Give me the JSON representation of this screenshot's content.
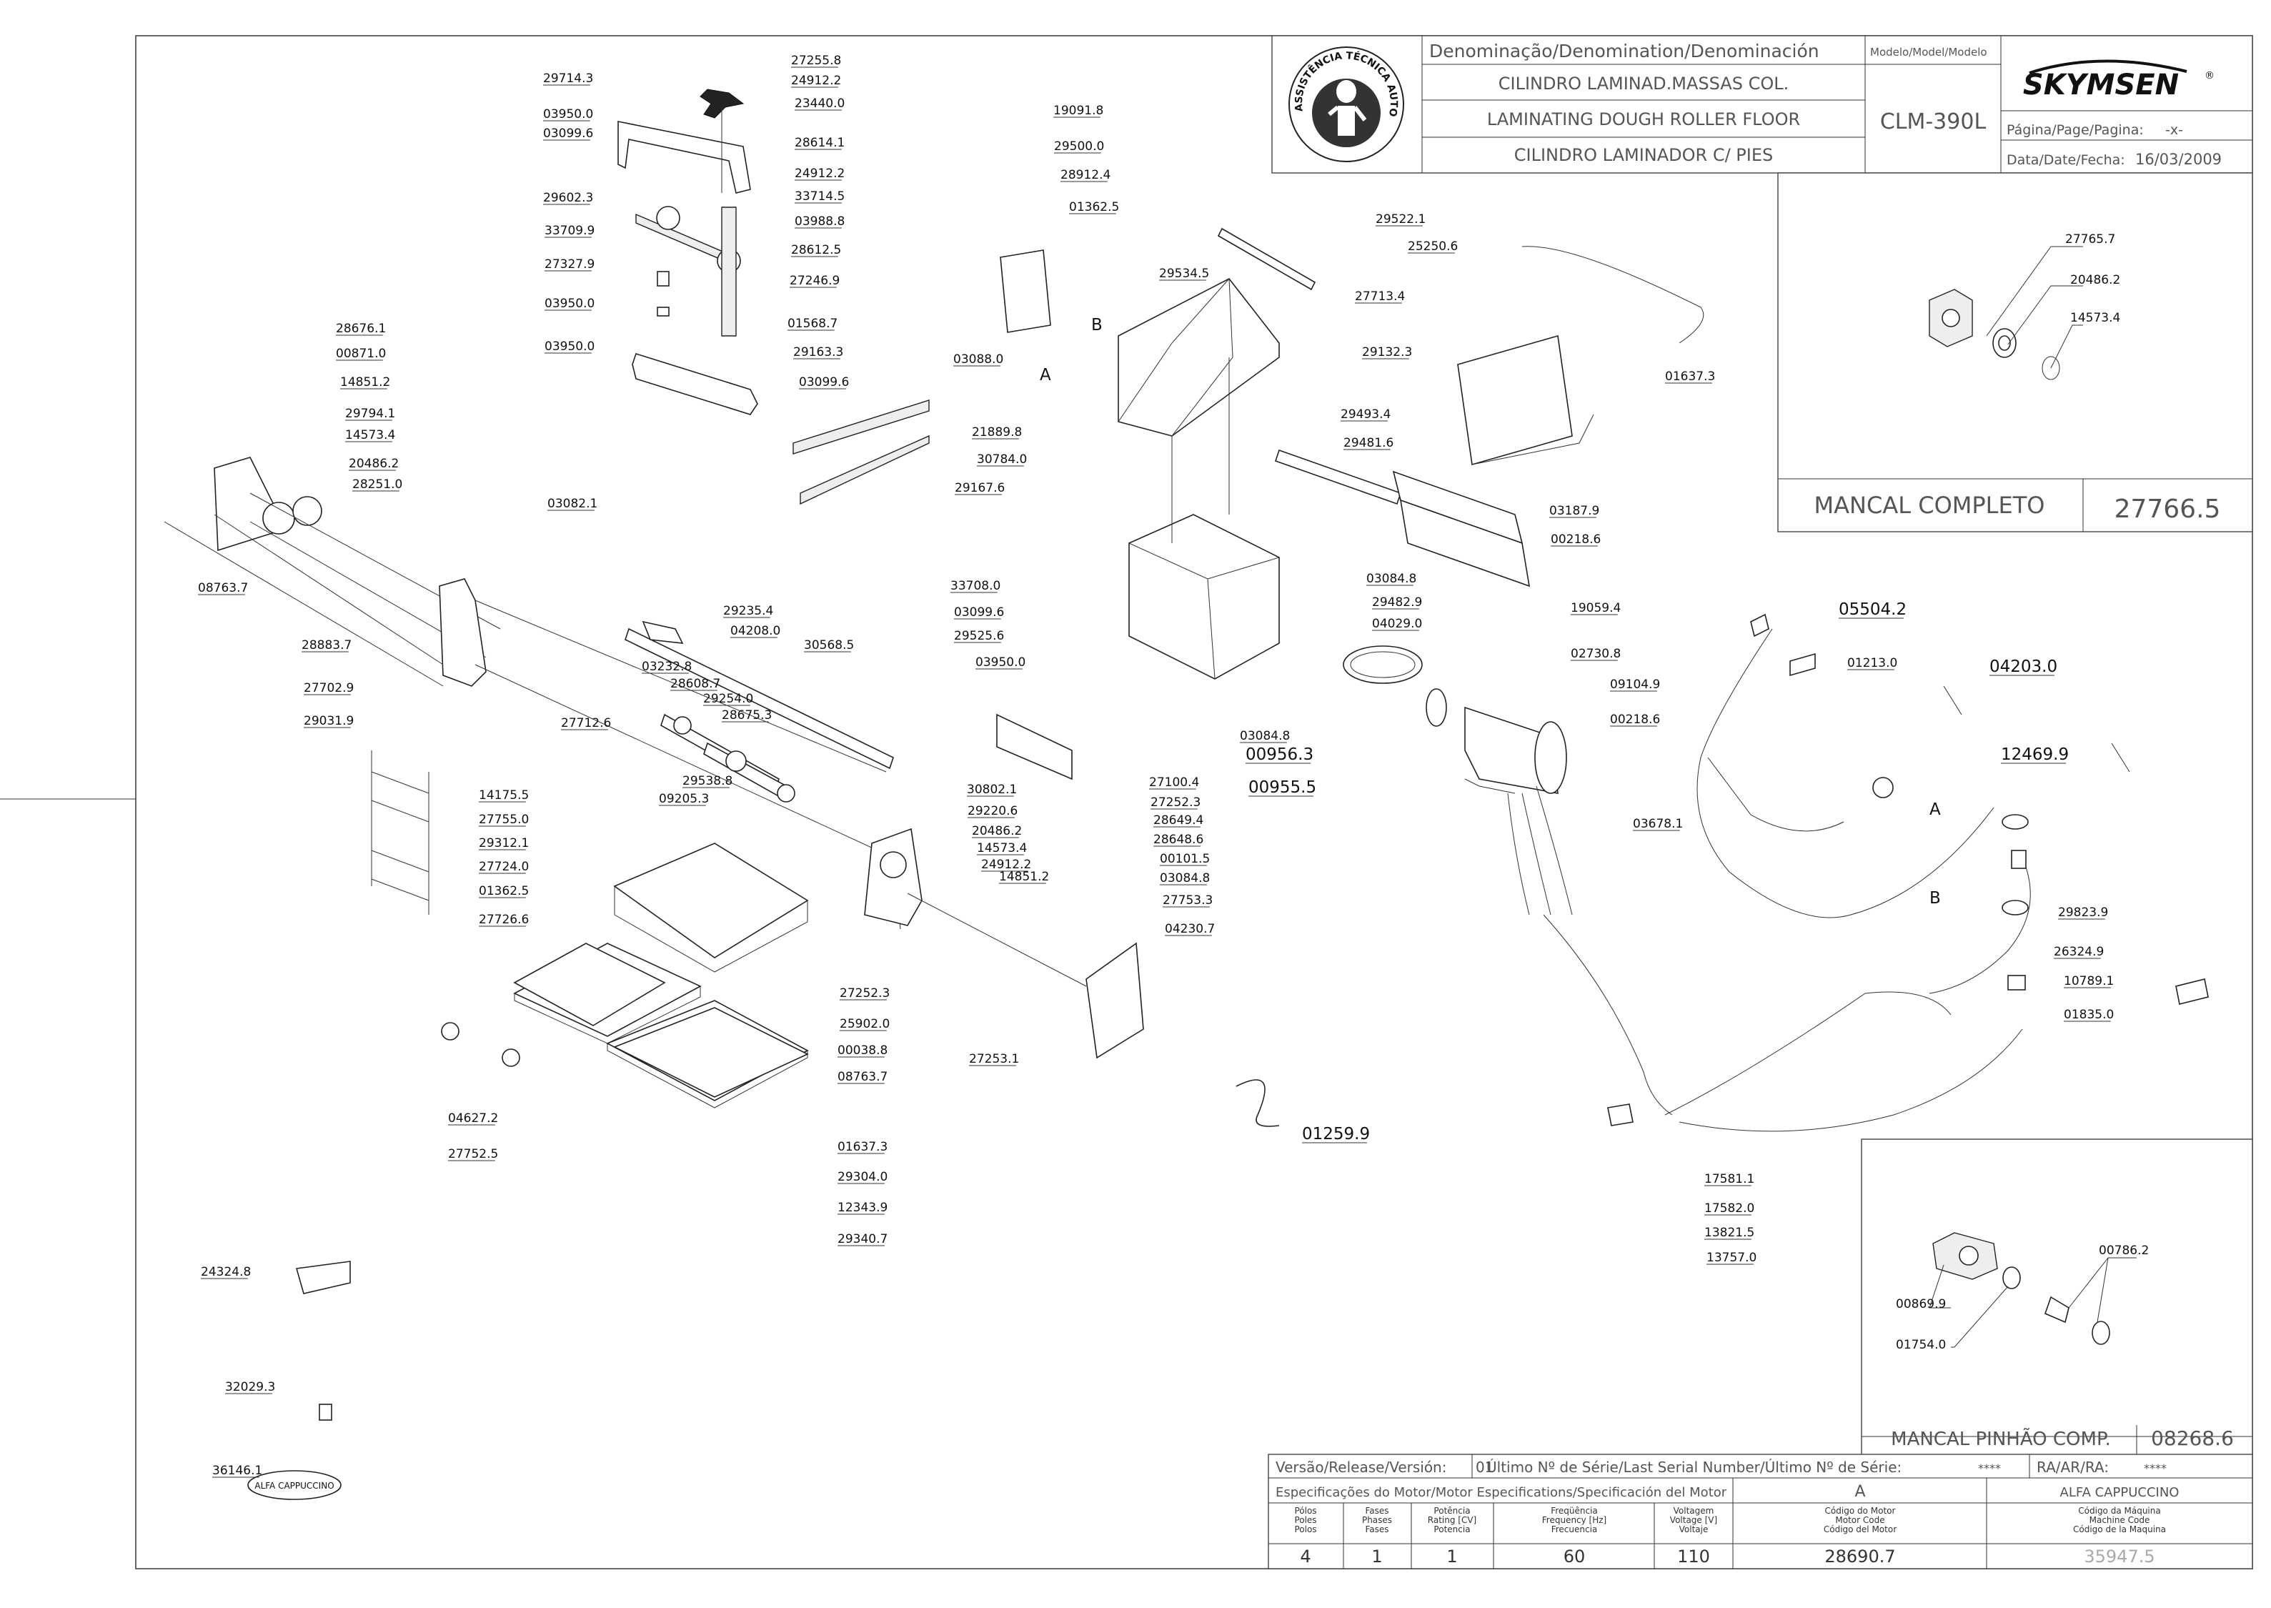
{
  "title_block": {
    "denomination_header": "Denominação/Denomination/Denominación",
    "model_header": "Modelo/Model/Modelo",
    "names": [
      "CILINDRO LAMINAD.MASSAS COL.",
      "LAMINATING DOUGH ROLLER FLOOR",
      "CILINDRO LAMINADOR C/ PIES"
    ],
    "model": "CLM-390L",
    "brand": "SKYMSEN",
    "brand_mark": "®",
    "page_label": "Página/Page/Pagina:",
    "page_value": "-x-",
    "date_label": "Data/Date/Fecha:",
    "date_value": "16/03/2009",
    "stamp_text": "ASSISTÊNCIA TÉCNICA AUTORIZADA"
  },
  "inset_bearing": {
    "title": "MANCAL COMPLETO",
    "code": "27766.5",
    "parts": [
      "27765.7",
      "20486.2",
      "14573.4"
    ]
  },
  "inset_pinion": {
    "title": "MANCAL PINHÃO COMP.",
    "code": "08268.6",
    "parts": [
      "00786.2",
      "00869.9",
      "01754.0"
    ]
  },
  "bottom_block": {
    "version_label": "Versão/Release/Versión:",
    "version_value": "01",
    "serial_label": "Último Nº de Série/Last Serial Number/Último Nº de Série:",
    "serial_value": "****",
    "ra_label": "RA/AR/RA:",
    "ra_value": "****",
    "motor_spec_label": "Especificações do Motor/Motor Especifications/Specificación del Motor",
    "motor_letter": "A",
    "machine_name": "ALFA CAPPUCCINO",
    "columns": [
      {
        "label": "Pólos\nPoles\nPolos",
        "value": "4"
      },
      {
        "label": "Fases\nPhases\nFases",
        "value": "1"
      },
      {
        "label": "Potência\nRating [CV]\nPotencia",
        "value": "1"
      },
      {
        "label": "Freqüência\nFrequency [Hz]\nFrecuencia",
        "value": "60"
      },
      {
        "label": "Voltagem\nVoltage [V]\nVoltaje",
        "value": "110"
      },
      {
        "label": "Código do Motor\nMotor Code\nCódigo del Motor",
        "value": "28690.7"
      },
      {
        "label": "Código da Máquina\nMachine Code\nCódigo de la Maquina",
        "value": "35947.5"
      }
    ]
  },
  "letters": [
    "A",
    "B",
    "A",
    "B"
  ],
  "badge_text": "ALFA CAPPUCCINO",
  "parts_large": [
    "05504.2",
    "04203.0",
    "12469.9",
    "00956.3",
    "00955.5",
    "01259.9"
  ],
  "parts": [
    "27255.8",
    "24912.2",
    "29714.3",
    "23440.0",
    "03950.0",
    "03099.6",
    "28614.1",
    "24912.2",
    "33714.5",
    "03988.8",
    "29602.3",
    "28612.5",
    "33709.9",
    "27246.9",
    "27327.9",
    "03950.0",
    "01568.7",
    "29163.3",
    "03950.0",
    "03099.6",
    "28676.1",
    "00871.0",
    "14851.2",
    "29794.1",
    "14573.4",
    "20486.2",
    "28251.0",
    "08763.7",
    "28883.7",
    "27702.9",
    "03082.1",
    "27712.6",
    "29031.9",
    "14175.5",
    "27755.0",
    "29312.1",
    "27724.0",
    "01362.5",
    "27726.6",
    "29235.4",
    "04208.0",
    "30568.5",
    "03232.8",
    "28608.7",
    "29254.0",
    "28675.3",
    "29538.8",
    "09205.3",
    "19091.8",
    "29500.0",
    "28912.4",
    "01362.5",
    "29534.5",
    "03088.0",
    "21889.8",
    "30784.0",
    "29167.6",
    "33708.0",
    "03099.6",
    "29525.6",
    "03950.0",
    "30802.1",
    "29220.6",
    "20486.2",
    "14573.4",
    "24912.2",
    "14851.2",
    "27100.4",
    "27252.3",
    "28649.4",
    "28648.6",
    "00101.5",
    "03084.8",
    "27753.3",
    "04230.7",
    "27252.3",
    "25902.0",
    "00038.8",
    "08763.7",
    "27253.1",
    "04627.2",
    "27752.5",
    "01637.3",
    "29304.0",
    "12343.9",
    "29340.7",
    "29522.1",
    "25250.6",
    "27713.4",
    "29132.3",
    "01637.3",
    "29493.4",
    "29481.6",
    "03187.9",
    "00218.6",
    "03084.8",
    "29482.9",
    "04029.0",
    "03084.8",
    "19059.4",
    "02730.8",
    "09104.9",
    "00218.6",
    "01213.0",
    "03678.1",
    "29823.9",
    "26324.9",
    "10789.1",
    "01835.0",
    "17581.1",
    "17582.0",
    "13821.5",
    "13757.0",
    "24324.8",
    "32029.3",
    "36146.1"
  ]
}
